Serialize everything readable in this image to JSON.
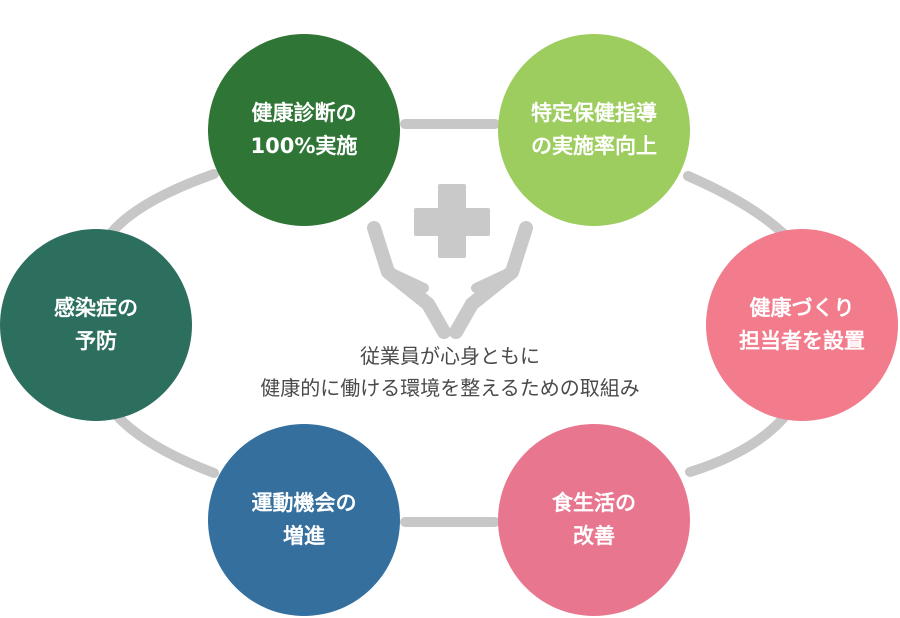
{
  "colors": {
    "ring": "#c7c7c7",
    "emblem": "#c9c9c9",
    "text": "#4a4a4a"
  },
  "center_icon": "cross-and-hands-icon",
  "nodes": [
    {
      "line1": "健康診断の",
      "line2": "100%実施",
      "color": "#2f7535"
    },
    {
      "line1": "特定保健指導",
      "line2": "の実施率向上",
      "color": "#9dcd5f"
    },
    {
      "line1": "健康づくり",
      "line2": "担当者を設置",
      "color": "#f27b8c"
    },
    {
      "line1": "食生活の",
      "line2": "改善",
      "color": "#e8768f"
    },
    {
      "line1": "運動機会の",
      "line2": "増進",
      "color": "#346f9e"
    },
    {
      "line1": "感染症の",
      "line2": "予防",
      "color": "#2d6f5f"
    }
  ],
  "center_text": {
    "line1": "従業員が心身ともに",
    "line2": "健康的に働ける環境を整えるための取組み"
  }
}
